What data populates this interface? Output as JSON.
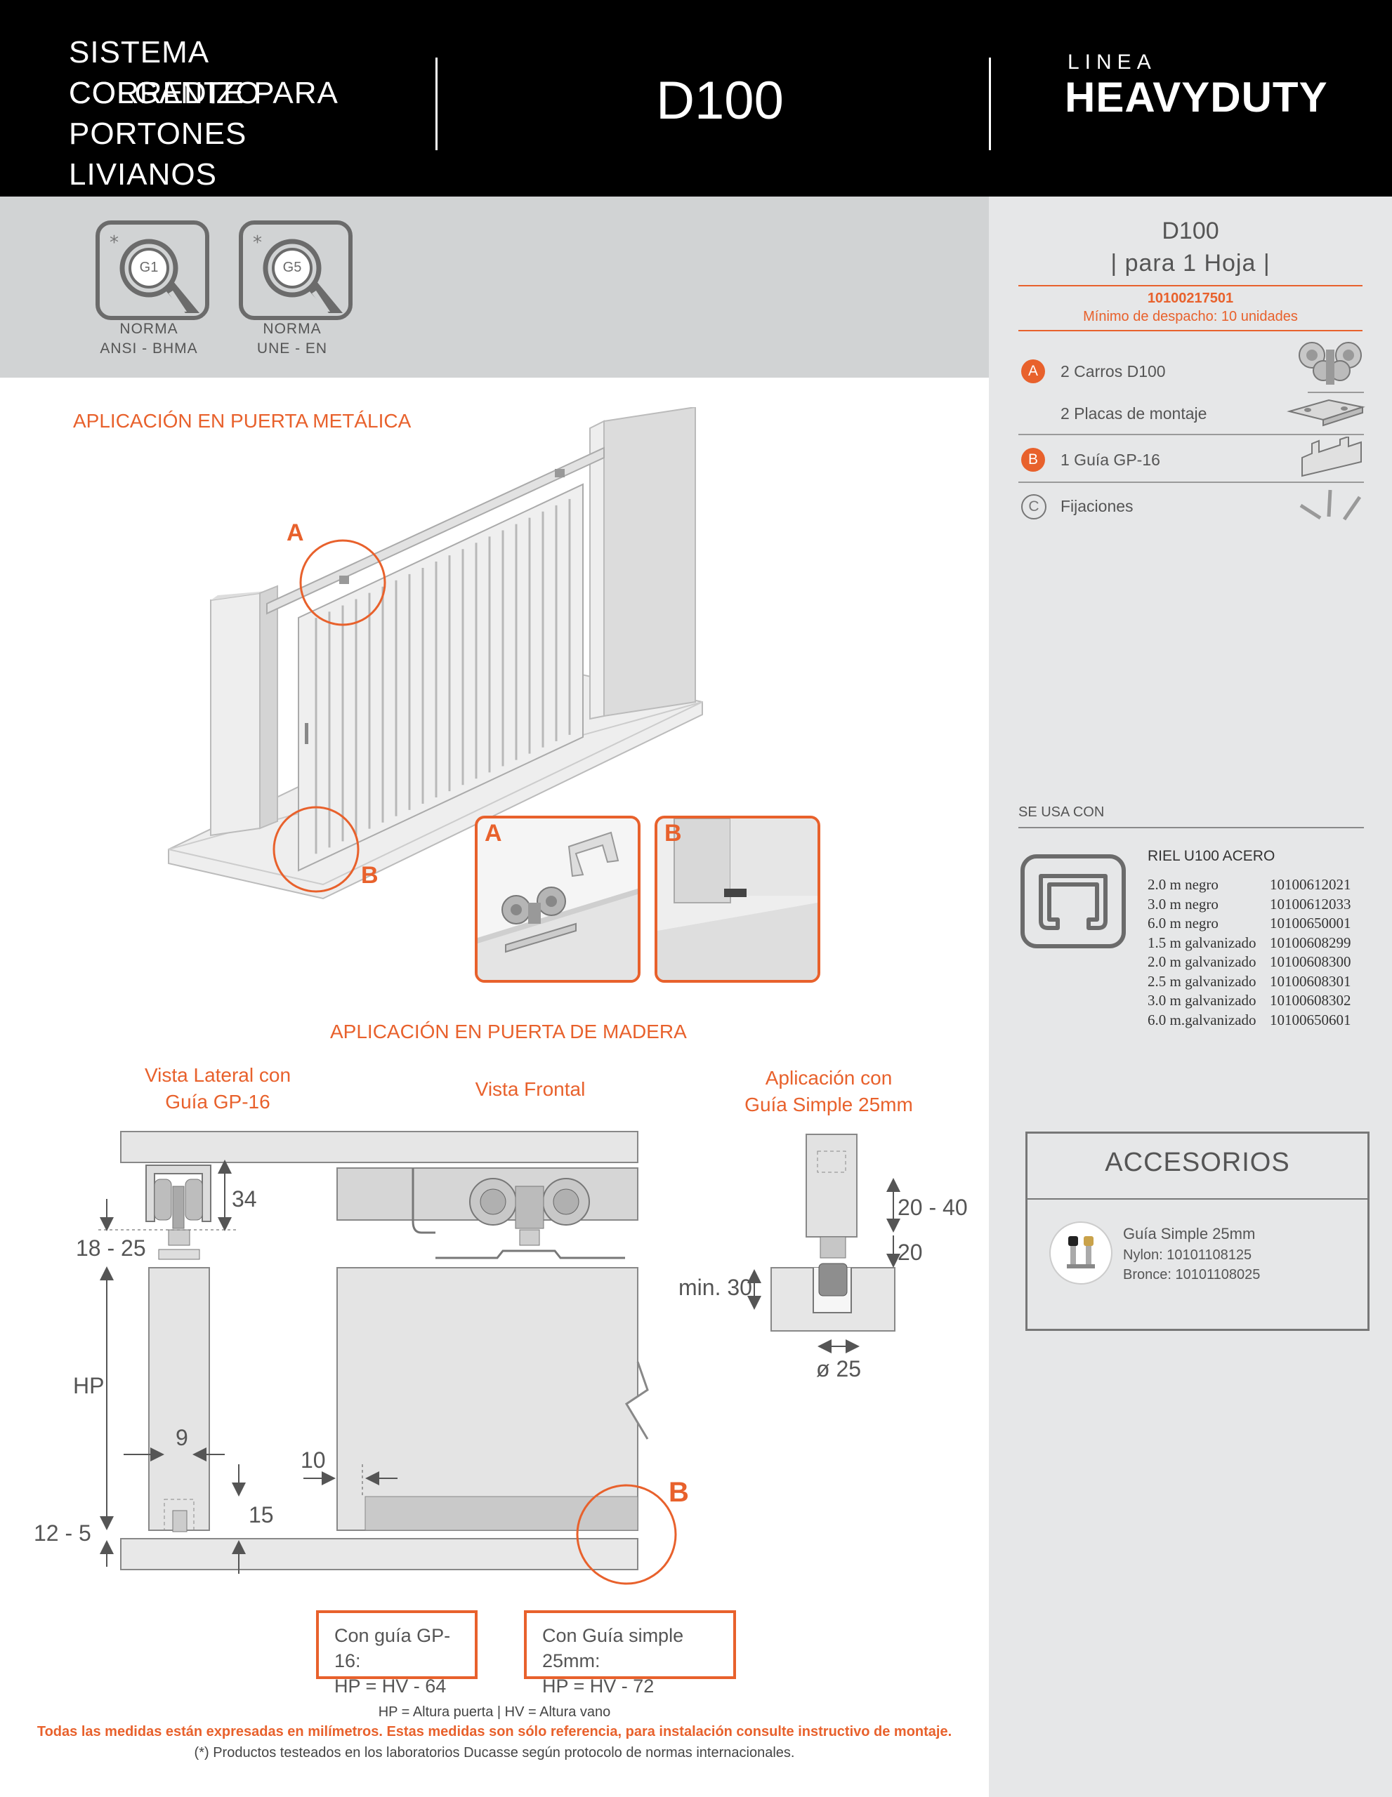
{
  "header": {
    "title_lines": [
      "SISTEMA CORREDIZO",
      "COLGANTE PARA",
      "PORTONES LIVIANOS"
    ],
    "model": "D100",
    "linea": "LINEA",
    "brand": "HEAVYDUTY"
  },
  "norms": [
    {
      "badge_text": "G1",
      "label_1": "NORMA",
      "label_2": "ANSI - BHMA"
    },
    {
      "badge_text": "G5",
      "label_1": "NORMA",
      "label_2": "UNE - EN"
    }
  ],
  "metal_section": {
    "title": "APLICACIÓN EN PUERTA METÁLICA",
    "callout_a": "A",
    "callout_b": "B",
    "detail_a": "A",
    "detail_b": "B"
  },
  "wood_section": {
    "title": "APLICACIÓN EN PUERTA DE MADERA",
    "lateral_title_1": "Vista Lateral con",
    "lateral_title_2": "Guía GP-16",
    "frontal_title": "Vista Frontal",
    "simple_title_1": "Aplicación con",
    "simple_title_2": "Guía Simple 25mm",
    "dims": {
      "d34": "34",
      "d18_25": "18 - 25",
      "hp": "HP",
      "d9": "9",
      "d15": "15",
      "d12_5": "12 - 5",
      "d10": "10",
      "d20_40": "20 - 40",
      "d20": "20",
      "min30": "min. 30",
      "dia25": "ø 25"
    },
    "callout_b": "B",
    "formula_1": {
      "line_1": "Con guía GP-16:",
      "line_2": "HP = HV - 64"
    },
    "formula_2": {
      "line_1": "Con Guía simple 25mm:",
      "line_2": "HP = HV - 72"
    }
  },
  "footer": {
    "legend": "HP = Altura puerta  |  HV = Altura vano",
    "note": "Todas las medidas están expresadas en milímetros. Estas medidas son sólo referencia, para instalación consulte instructivo de montaje.",
    "disclaimer": "(*) Productos testeados en los laboratorios Ducasse según protocolo de normas internacionales."
  },
  "sidebar": {
    "product_model": "D100",
    "product_variant": "| para 1 Hoja |",
    "product_code": "10100217501",
    "min_order": "Mínimo de despacho: 10 unidades",
    "kit": [
      {
        "badge": "A",
        "label": "2 Carros D100",
        "icon": "trolley-icon"
      },
      {
        "badge": "",
        "label": "2 Placas de montaje",
        "icon": "mounting-plate-icon"
      },
      {
        "badge": "B",
        "label": "1 Guía GP-16",
        "icon": "guide-icon"
      },
      {
        "badge": "C",
        "label": "Fijaciones",
        "icon": "screws-icon"
      }
    ],
    "se_usa_con": "SE USA CON",
    "rail_title": "RIEL U100 ACERO",
    "rails": [
      {
        "desc": "2.0 m negro",
        "code": "10100612021"
      },
      {
        "desc": "3.0 m negro",
        "code": "10100612033"
      },
      {
        "desc": "6.0 m negro",
        "code": "10100650001"
      },
      {
        "desc": "1.5 m galvanizado",
        "code": "10100608299"
      },
      {
        "desc": "2.0 m galvanizado",
        "code": "10100608300"
      },
      {
        "desc": "2.5 m galvanizado",
        "code": "10100608301"
      },
      {
        "desc": "3.0 m galvanizado",
        "code": "10100608302"
      },
      {
        "desc": "6.0 m.galvanizado",
        "code": "10100650601"
      }
    ],
    "accesorios_title": "ACCESORIOS",
    "accessory": {
      "name": "Guía Simple 25mm",
      "nylon": "Nylon: 10101108125",
      "bronce": "Bronce: 10101108025"
    }
  },
  "colors": {
    "accent": "#e8612c",
    "header_bg": "#000000",
    "sidebar_bg": "#e6e7e8",
    "band_bg": "#d1d3d4"
  }
}
